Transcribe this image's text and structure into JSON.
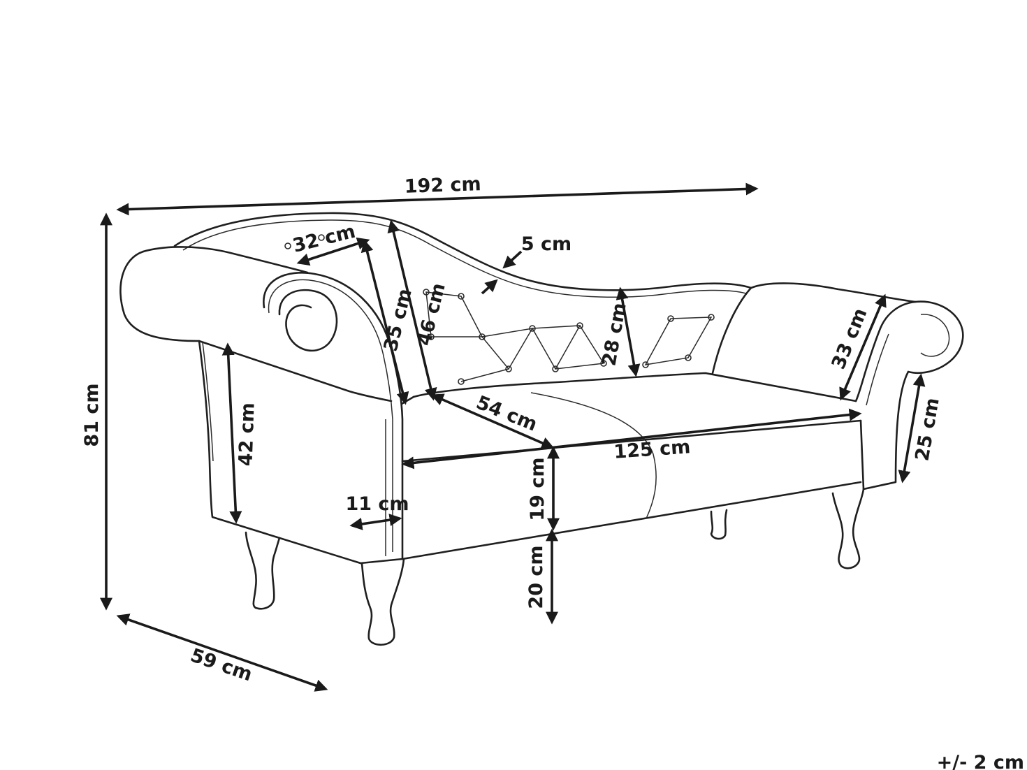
{
  "diagram": {
    "measurements": {
      "overall_length": "192 cm",
      "overall_height": "81 cm",
      "overall_depth": "59 cm",
      "armrest_width": "32 cm",
      "frame_thickness": "5 cm",
      "backrest_height_left": "35 cm",
      "backrest_height_full": "46 cm",
      "backrest_height_low": "28 cm",
      "right_arm_length": "33 cm",
      "right_arm_height": "25 cm",
      "seat_depth": "54 cm",
      "seat_width": "125 cm",
      "arm_height": "42 cm",
      "arm_thickness": "11 cm",
      "seat_thickness": "19 cm",
      "leg_height": "20 cm"
    },
    "tolerance": "+/- 2 cm"
  }
}
